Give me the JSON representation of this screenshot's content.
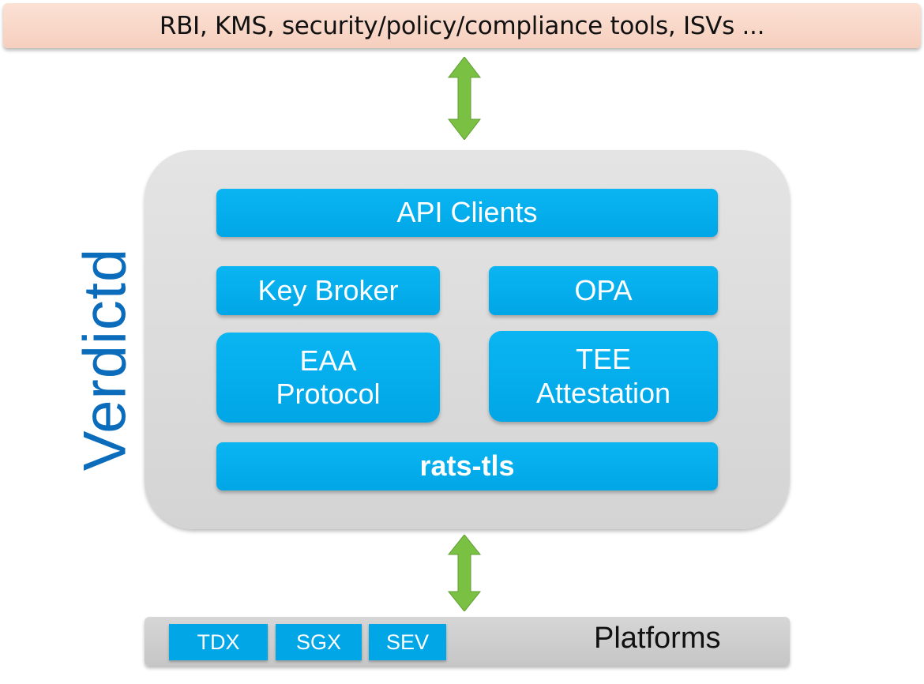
{
  "top_banner": {
    "text": "RBI, KMS, security/policy/compliance tools, ISVs ..."
  },
  "verdictd": {
    "title": "Verdictd",
    "components": {
      "api_clients": "API Clients",
      "key_broker": "Key Broker",
      "opa": "OPA",
      "eaa_protocol": "EAA\nProtocol",
      "tee_attestation": "TEE\nAttestation",
      "rats_tls": "rats-tls"
    }
  },
  "platforms": {
    "title": "Platforms",
    "items": [
      "TDX",
      "SGX",
      "SEV"
    ]
  },
  "colors": {
    "component_blue": "#00a6e6",
    "title_blue": "#0b6cbc",
    "arrow_green": "#7ac143",
    "panel_gray": "#d9d9d9",
    "banner_peach": "#f8d6c6"
  }
}
